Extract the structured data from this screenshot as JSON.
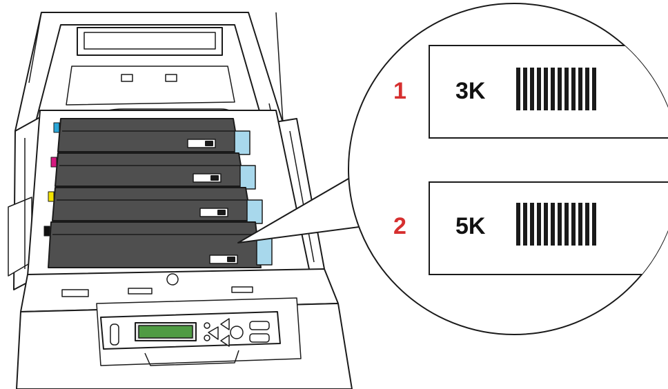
{
  "callouts": [
    {
      "number": "1",
      "label": "3K"
    },
    {
      "number": "2",
      "label": "5K"
    }
  ],
  "colors": {
    "line": "#1a1a1a",
    "cartridge": "#4f4f4f",
    "cartridge_dark": "#3c3c3c",
    "latch": "#a8d8ec",
    "number": "#d62f2f",
    "toner_cyan": "#2aa6d8",
    "toner_magenta": "#d4197f",
    "toner_yellow": "#f2e200",
    "toner_black": "#111111",
    "display": "#4f9b43"
  }
}
